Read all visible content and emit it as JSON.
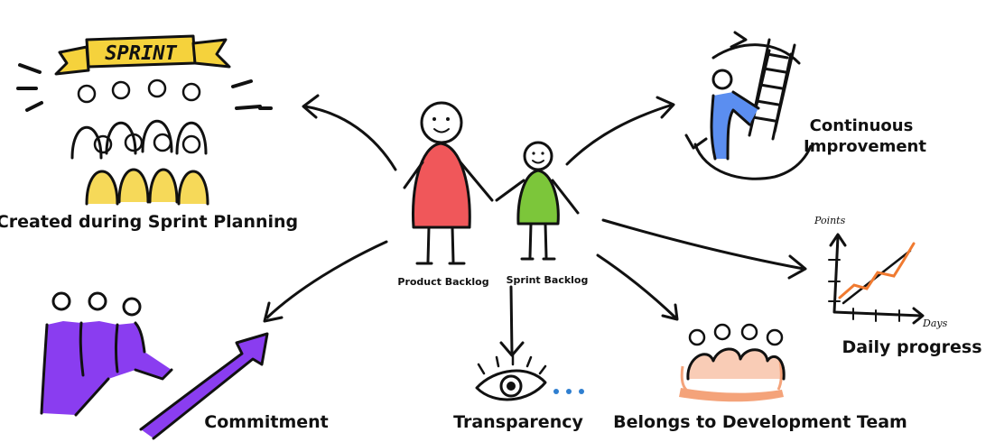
{
  "diagram": {
    "center": {
      "product_backlog": "Product Backlog",
      "sprint_backlog": "Sprint Backlog"
    },
    "nodes": {
      "sprint_banner": "SPRINT",
      "sprint_planning": "Created during Sprint Planning",
      "continuous_improvement_line1": "Continuous",
      "continuous_improvement_line2": "Improvement",
      "daily_progress": "Daily progress",
      "chart_y_axis": "Points",
      "chart_x_axis": "Days",
      "commitment": "Commitment",
      "transparency": "Transparency",
      "development_team": "Belongs to Development Team"
    },
    "colors": {
      "product_backlog_fill": "#f0575a",
      "sprint_backlog_fill": "#7cc63a",
      "sprint_yellow": "#f5d23c",
      "improvement_blue": "#5b8ef0",
      "commitment_purple": "#8a3df0",
      "progress_orange": "#f07a30",
      "team_peach": "#f4a37a",
      "eye_blue": "#2f7fd0"
    },
    "icons": [
      "sprint-team-icon",
      "ladder-icon",
      "progress-chart-icon",
      "commitment-arrow-icon",
      "eye-icon",
      "team-icon"
    ]
  }
}
